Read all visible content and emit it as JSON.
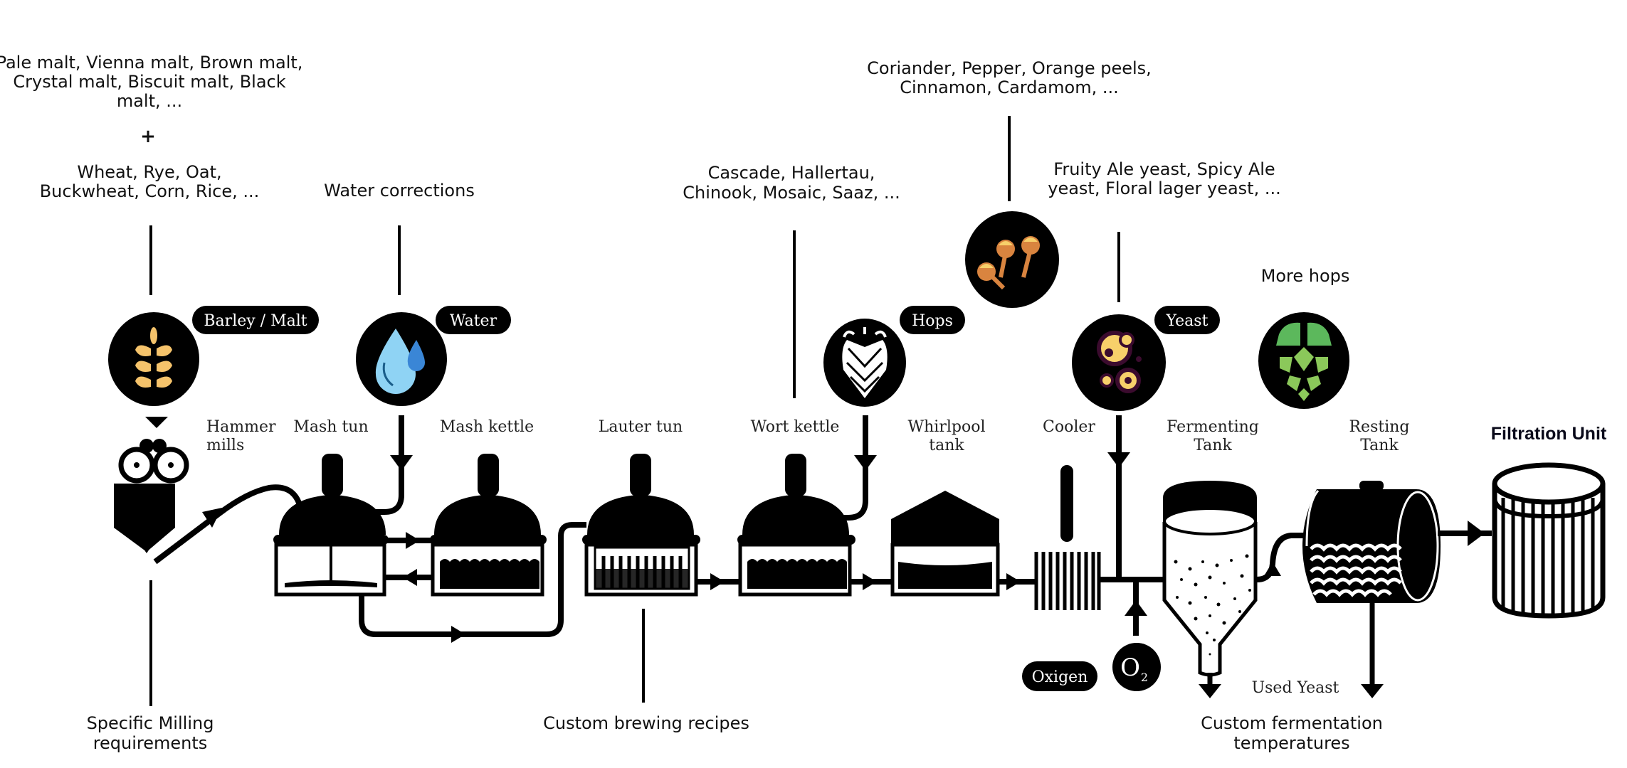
{
  "title": "Brewing process diagram",
  "notes": {
    "malts": [
      "Pale malt, Vienna malt, Brown malt,",
      "Crystal malt, Biscuit malt, Black",
      "malt, ..."
    ],
    "plus": "+",
    "grains": [
      "Wheat, Rye, Oat,",
      "Buckwheat, Corn, Rice, ..."
    ],
    "water_corrections": "Water corrections",
    "hop_varieties": [
      "Cascade, Hallertau,",
      "Chinook, Mosaic, Saaz, ..."
    ],
    "spices": [
      "Coriander, Pepper, Orange peels,",
      "Cinnamon, Cardamom,  ..."
    ],
    "yeast_varieties": [
      "Fruity Ale yeast, Spicy Ale",
      "yeast, Floral lager yeast, ..."
    ],
    "more_hops": "More hops",
    "milling": [
      "Specific Milling",
      "requirements"
    ],
    "recipes": "Custom brewing recipes",
    "fermentation": [
      "Custom fermentation",
      "temperatures"
    ]
  },
  "ingredients": [
    {
      "id": "barley",
      "tag": "Barley / Malt",
      "icon": "wheat-icon",
      "color": "#f5c36b"
    },
    {
      "id": "water",
      "tag": "Water",
      "icon": "water-drop-icon",
      "color": "#8fd3f4"
    },
    {
      "id": "hops",
      "tag": "Hops",
      "icon": "hop-cone-icon",
      "color": "#ffffff"
    },
    {
      "id": "spices",
      "tag": "",
      "icon": "clove-spice-icon",
      "color": "#d9843f"
    },
    {
      "id": "yeast",
      "tag": "Yeast",
      "icon": "yeast-cells-icon",
      "color": "#f7d06a"
    },
    {
      "id": "more-hops",
      "tag": "",
      "icon": "green-hop-icon",
      "color": "#7cc35a"
    },
    {
      "id": "oxygen",
      "tag": "Oxigen",
      "icon": "o2-icon",
      "symbol": "O",
      "subscript": "2"
    }
  ],
  "equipment": [
    {
      "id": "hammer-mills",
      "label": [
        "Hammer",
        "mills"
      ]
    },
    {
      "id": "mash-tun",
      "label": [
        "Mash tun"
      ]
    },
    {
      "id": "mash-kettle",
      "label": [
        "Mash kettle"
      ]
    },
    {
      "id": "lauter-tun",
      "label": [
        "Lauter tun"
      ]
    },
    {
      "id": "wort-kettle",
      "label": [
        "Wort kettle"
      ]
    },
    {
      "id": "whirlpool-tank",
      "label": [
        "Whirlpool",
        "tank"
      ]
    },
    {
      "id": "cooler",
      "label": [
        "Cooler"
      ]
    },
    {
      "id": "fermenting-tank",
      "label": [
        "Fermenting",
        "Tank"
      ]
    },
    {
      "id": "resting-tank",
      "label": [
        "Resting",
        "Tank"
      ]
    },
    {
      "id": "filtration-unit",
      "label": [
        "Filtration Unit"
      ]
    }
  ],
  "outputs": {
    "used_yeast": "Used Yeast"
  }
}
